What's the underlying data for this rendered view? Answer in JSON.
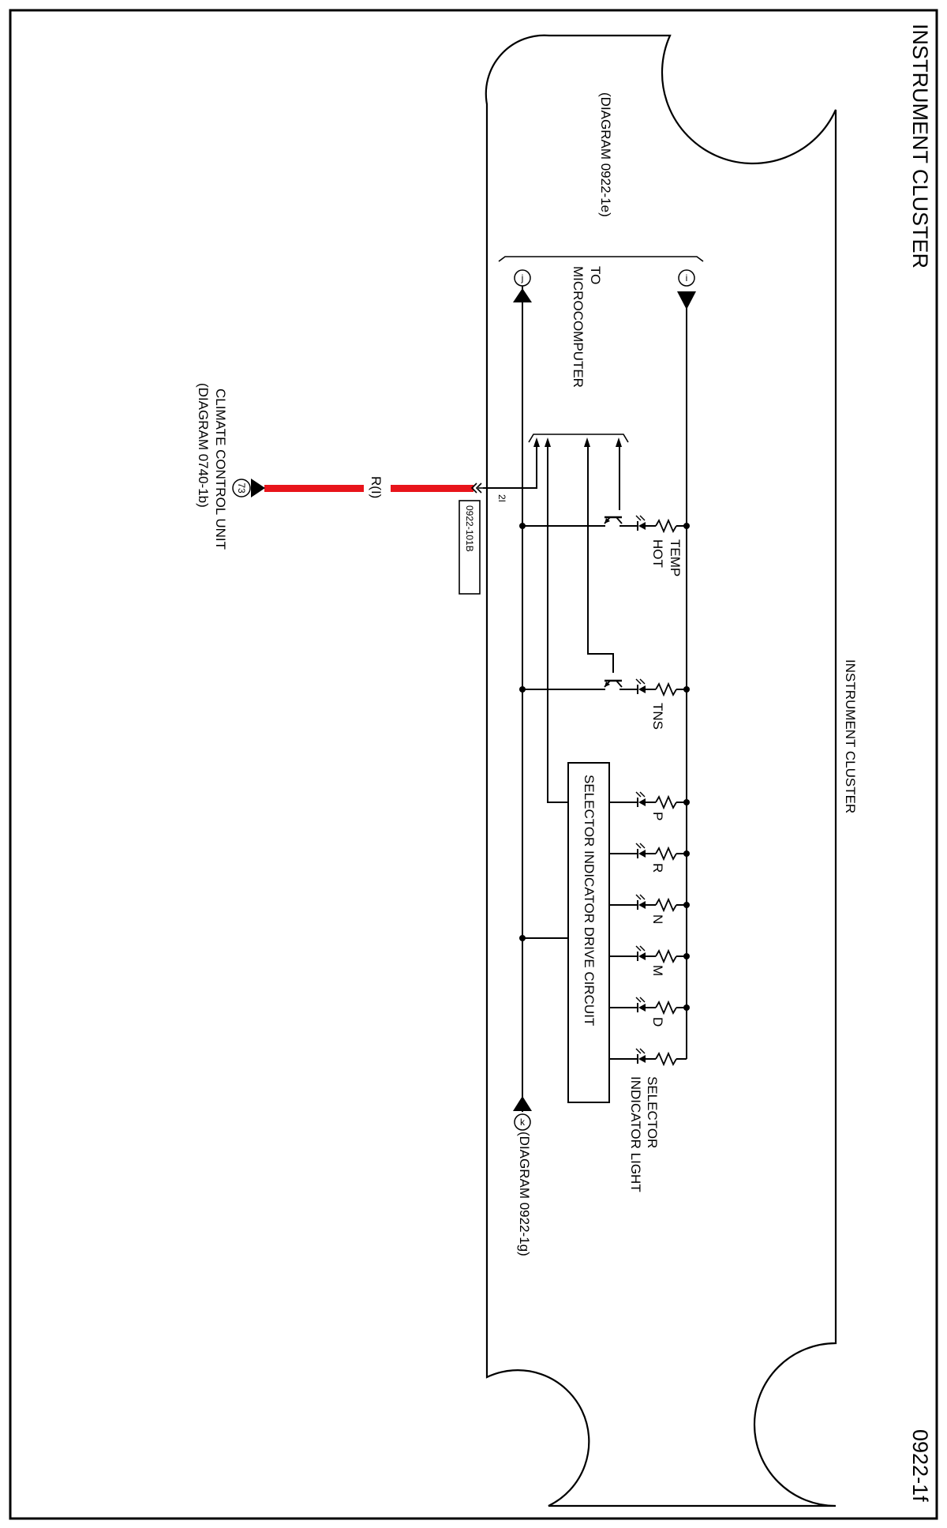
{
  "sheet": {
    "title": "INSTRUMENT CLUSTER",
    "page_number": "0922-1f"
  },
  "component": {
    "name": "INSTRUMENT CLUSTER"
  },
  "connectors": {
    "top_label_1": "(DIAGRAM  0922-1e)",
    "top_label_2": "TO",
    "top_label_3": "MICROCOMPUTER",
    "marker_j": "j",
    "marker_i": "i",
    "marker_k": "k",
    "bottom_label": "(DIAGRAM  0922-1g)",
    "pin": "2I",
    "connector_id": "0922-101B"
  },
  "external": {
    "wire_color": "R(I)",
    "wire_hex": "#e8141b",
    "marker": "73",
    "unit_label_1": "CLIMATE CONTROL UNIT",
    "unit_label_2": "(DIAGRAM 0740-1b)"
  },
  "lamps": {
    "temp_1": "TEMP",
    "temp_2": "HOT",
    "tns": "TNS",
    "p": "P",
    "r": "R",
    "n": "N",
    "m": "M",
    "d": "D",
    "selector_1": "SELECTOR",
    "selector_2": "INDICATOR LIGHT"
  },
  "drive_circuit": {
    "label": "SELECTOR INDICATOR DRIVE CIRCUIT"
  }
}
